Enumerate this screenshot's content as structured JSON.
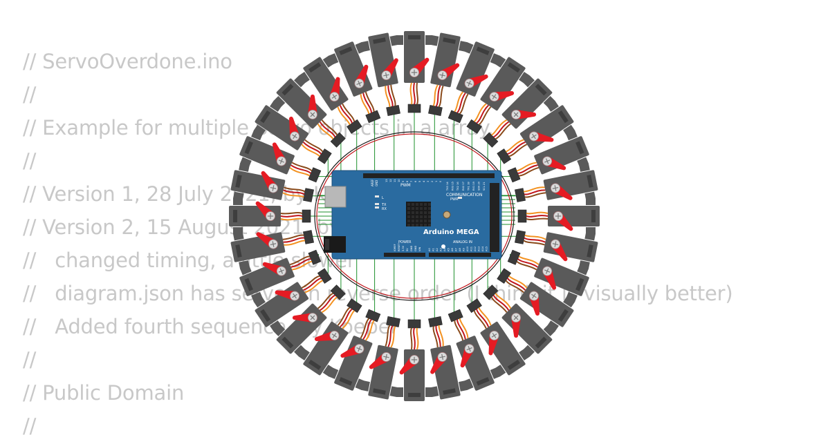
{
  "code": {
    "lines": [
      "// ServoOverdone.ino",
      "//",
      "// Example for multiple Servo objects in a array.",
      "//",
      "// Version 1, 28 July 2021, by Koepel",
      "// Version 2, 15 August 2021, by Koepel",
      "//   changed timing, a little slower",
      "//   diagram.json has servos in reverse order (I think it is visually better)",
      "//   Added fourth sequence, by Koepel",
      "//",
      "// Public Domain",
      "//"
    ]
  },
  "board": {
    "name": "Arduino MEGA",
    "label_pwm": "PWM",
    "label_communication": "COMMUNICATION",
    "label_power": "POWER",
    "label_analog_in": "ANALOG IN",
    "label_aref": "AREF",
    "label_gnd": "GND",
    "label_l": "L",
    "label_tx": "TX",
    "label_rx": "RX",
    "label_pwr": "PWR",
    "header_top": [
      "13",
      "12",
      "11",
      "10",
      "9",
      "8",
      "7",
      "6",
      "5",
      "4",
      "3",
      "2",
      "1",
      "0"
    ],
    "header_comm": [
      "TX3 14",
      "RX3 15",
      "TX2 16",
      "RX2 17",
      "TX1 18",
      "RX1 19",
      "SDA 20",
      "SCL 21"
    ],
    "header_power": [
      "IOREF",
      "RESET",
      "3.3V",
      "5V",
      "GND",
      "GND",
      "VIN"
    ],
    "header_analog": [
      "A0",
      "A1",
      "A2",
      "A3",
      "A4",
      "A5",
      "A6",
      "A7",
      "A8",
      "A9",
      "A10",
      "A11",
      "A12",
      "A13",
      "A14",
      "A15"
    ]
  },
  "servos": {
    "count": 32,
    "horn_angles_deg": [
      45,
      45,
      45,
      45,
      45,
      45,
      45,
      45,
      45,
      45,
      45,
      45,
      45,
      45,
      45,
      45,
      45,
      45,
      45,
      45,
      45,
      45,
      45,
      45,
      45,
      45,
      45,
      45,
      45,
      45,
      45,
      45
    ]
  },
  "colors": {
    "code_text": "#c8c8c8",
    "board_blue": "#2a6ba0",
    "servo_body": "#5a5a5a",
    "servo_horn": "#e51b23",
    "wire_green": "#1b8f2a",
    "wire_black": "#1a1a1a",
    "wire_red": "#c0161c",
    "wire_orange": "#f39221"
  }
}
